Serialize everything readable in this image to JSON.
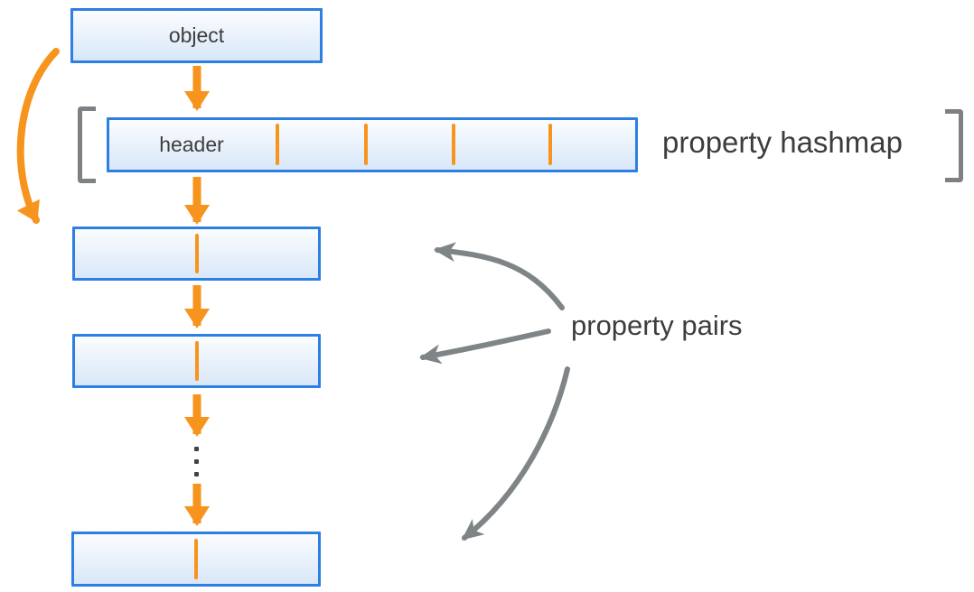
{
  "diagram": {
    "labels": {
      "object": "object",
      "header": "header",
      "property_hashmap": "property hashmap",
      "property_pairs": "property pairs"
    },
    "structure": {
      "header_tick_count": 4,
      "pair_box_count": 3,
      "ellipsis_dot_count": 3,
      "flow": "object -> property hashmap header -> linked property pair boxes"
    },
    "colors": {
      "accent_orange": "#f7941d",
      "box_border_blue": "#2e7fe3",
      "box_fill_top": "#fbfdff",
      "box_fill_bottom": "#d8e7f8",
      "gray_arrow": "#7f8487",
      "bracket_gray": "#7d8184",
      "text_dark": "#3d3d3f"
    }
  }
}
